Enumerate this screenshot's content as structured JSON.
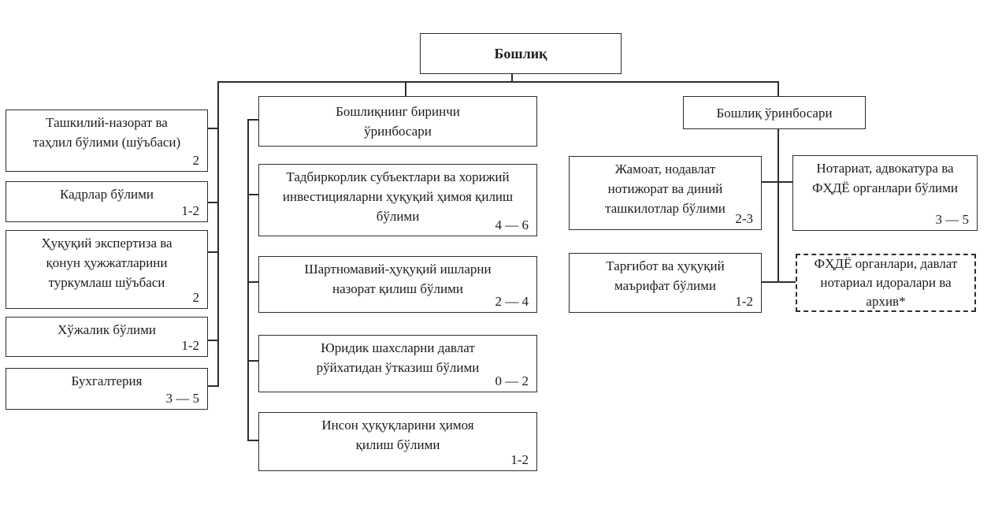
{
  "diagram": {
    "root": {
      "label": "Бошлиқ"
    },
    "left_branch": {
      "items": [
        {
          "label": "Ташкилий-назорат ва таҳлил бўлими (шўъбаси)",
          "count": "2"
        },
        {
          "label": "Кадрлар бўлими",
          "count": "1-2"
        },
        {
          "label": "Ҳуқуқий экспертиза ва қонун ҳужжатларини туркумлаш шўъбаси",
          "count": "2"
        },
        {
          "label": "Хўжалик бўлими",
          "count": "1-2"
        },
        {
          "label": "Бухгалтерия",
          "count": "3 — 5"
        }
      ]
    },
    "first_deputy_branch": {
      "label": "Бошлиқнинг биринчи ўринбосари",
      "items": [
        {
          "label": "Тадбиркорлик субъектлари ва хорижий инвестицияларни ҳуқуқий ҳимоя қилиш бўлими",
          "count": "4 — 6"
        },
        {
          "label": "Шартномавий-ҳуқуқий ишларни назорат қилиш бўлими",
          "count": "2 — 4"
        },
        {
          "label": "Юридик шахсларни давлат рўйхатидан ўтказиш бўлими",
          "count": "0 — 2"
        },
        {
          "label": "Инсон ҳуқуқларини ҳимоя қилиш бўлими",
          "count": "1-2"
        }
      ]
    },
    "deputy_branch": {
      "label": "Бошлиқ ўринбосари",
      "left_items": [
        {
          "label": "Жамоат, нодавлат нотижорат ва диний ташкилотлар бўлими",
          "count": "2-3"
        },
        {
          "label": "Тарғибот ва ҳуқуқий маърифат бўлими",
          "count": "1-2"
        }
      ],
      "right_items": [
        {
          "label": "Нотариат, адвокатура ва ФҲДЁ органлари бўлими",
          "count": "3 — 5"
        },
        {
          "label": "ФҲДЁ органлари, давлат нотариал идоралари ва архив*"
        }
      ]
    }
  }
}
